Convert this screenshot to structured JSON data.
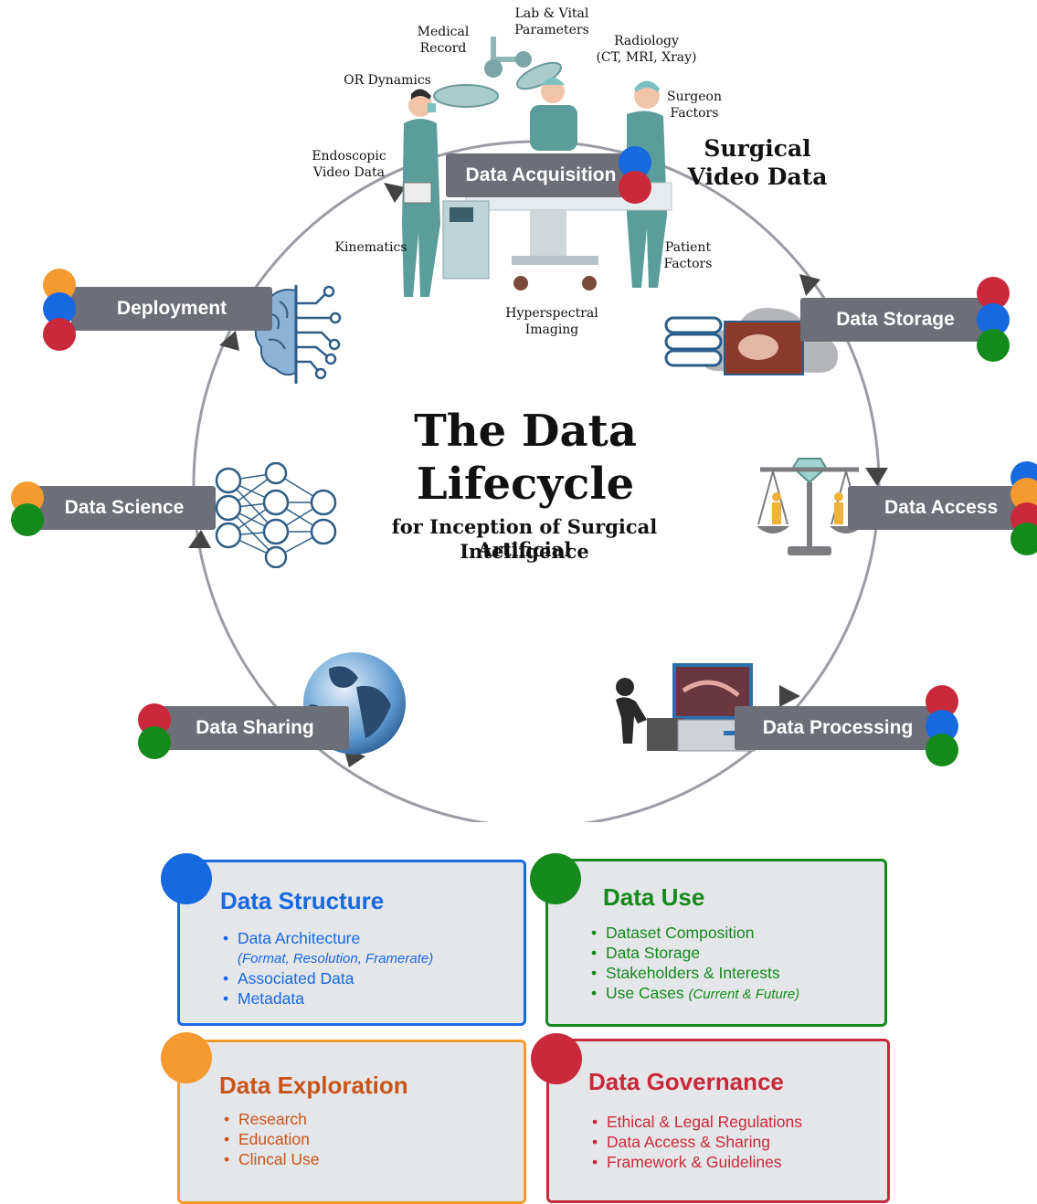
{
  "title": {
    "line1": "The Data",
    "line2": "Lifecycle",
    "sub1": "for Inception of Surgical Artificial",
    "sub2": "Intelligence"
  },
  "surgical_video": {
    "line1": "Surgical",
    "line2": "Video Data"
  },
  "sources": {
    "lab": "Lab & Vital\nParameters",
    "medical": "Medical\nRecord",
    "radiology": "Radiology\n(CT, MRI, Xray)",
    "or": "OR Dynamics",
    "surgeon": "Surgeon\nFactors",
    "endoscopic": "Endoscopic\nVideo Data",
    "kinematics": "Kinematics",
    "patient": "Patient\nFactors",
    "hyperspectral": "Hyperspectral\nImaging"
  },
  "stages": {
    "acquisition": "Data Acquisition",
    "storage": "Data Storage",
    "access": "Data Access",
    "processing": "Data Processing",
    "sharing": "Data Sharing",
    "science": "Data Science",
    "deployment": "Deployment"
  },
  "colors": {
    "blue": "#1769e0",
    "orange": "#f59a2f",
    "red": "#c9293a",
    "green": "#158a1c",
    "pill": "#6c6e78"
  },
  "boxes": {
    "structure": {
      "title": "Data Structure",
      "item1": "Data Architecture",
      "item1_note": "(Format, Resolution, Framerate)",
      "item2": "Associated Data",
      "item3": "Metadata"
    },
    "use": {
      "title": "Data Use",
      "item1": "Dataset Composition",
      "item2": "Data Storage",
      "item3": "Stakeholders & Interests",
      "item4": "Use Cases",
      "item4_note": "(Current & Future)"
    },
    "exploration": {
      "title": "Data Exploration",
      "item1": "Research",
      "item2": "Education",
      "item3": "Clincal Use"
    },
    "governance": {
      "title": "Data Governance",
      "item1": "Ethical & Legal Regulations",
      "item2": "Data Access & Sharing",
      "item3": "Framework & Guidelines"
    }
  }
}
